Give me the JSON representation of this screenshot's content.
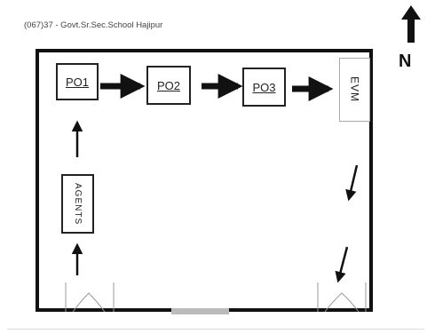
{
  "header": {
    "title": "(067)37 - Govt.Sr.Sec.School Hajipur"
  },
  "compass": {
    "label": "N",
    "icon": "north-arrow-icon"
  },
  "stations": {
    "po1": "PO1",
    "po2": "PO2",
    "po3": "PO3",
    "evm": "EVM",
    "agents": "AGENTS"
  },
  "colors": {
    "outline": "#111111",
    "door": "#999999",
    "gap": "#bbbbbb"
  }
}
